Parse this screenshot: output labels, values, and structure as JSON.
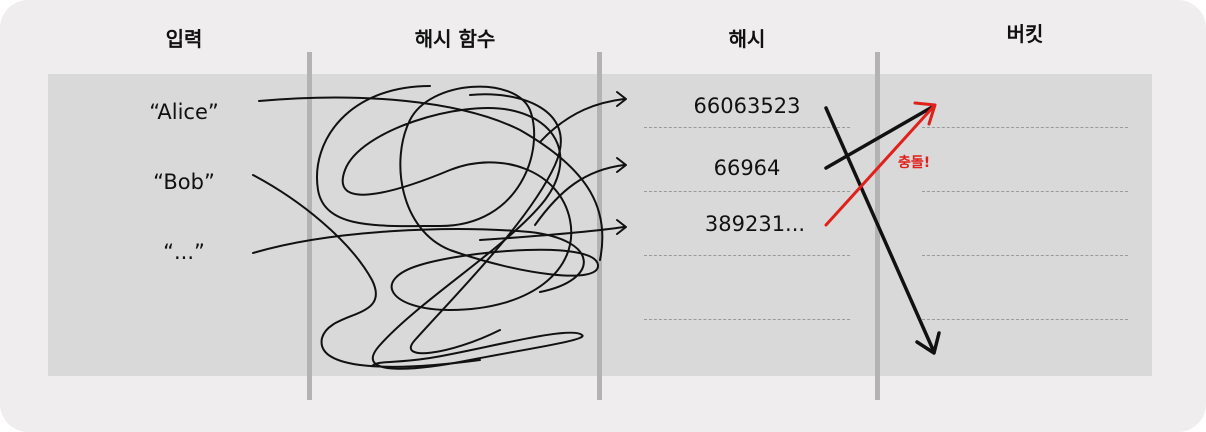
{
  "headers": {
    "input": "입력",
    "hash_function": "해시 함수",
    "hash": "해시",
    "bucket": "버킷"
  },
  "inputs": [
    "“Alice”",
    "“Bob”",
    "“...”"
  ],
  "hashes": [
    "66063523",
    "66964",
    "389231..."
  ],
  "collision_label": "충돌!",
  "colors": {
    "background": "#efeded",
    "band": "#d9d9d9",
    "divider": "#b3b3b3",
    "collision": "#e0201b",
    "ink": "#111111"
  }
}
